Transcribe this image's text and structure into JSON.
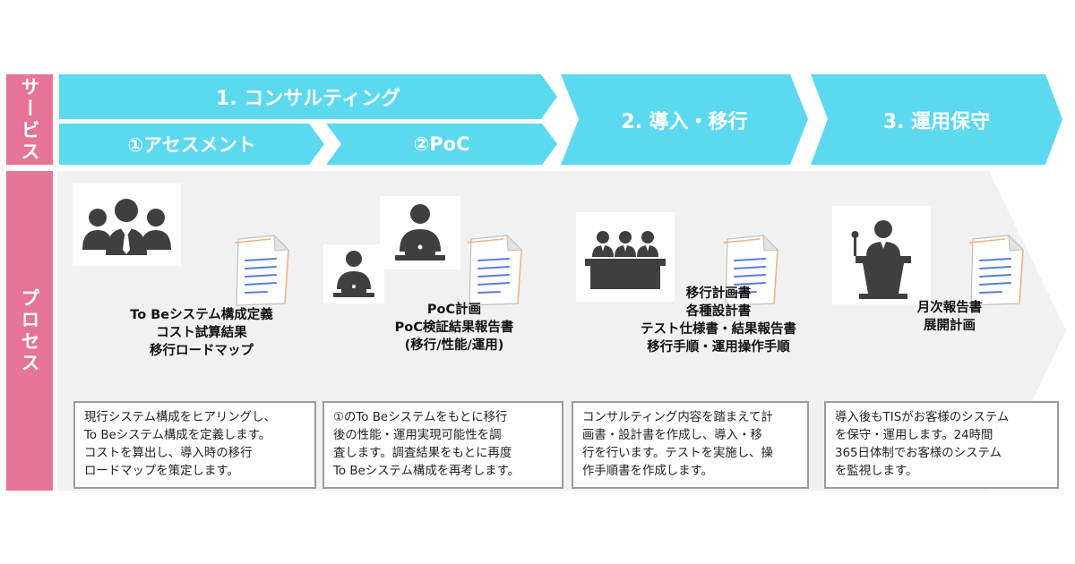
{
  "side_labels": {
    "service": "サービス",
    "process": "プロセス"
  },
  "phases": {
    "consulting": "1. コンサルティング",
    "assessment": "①アセスメント",
    "poc": "②PoC",
    "migration": "2. 導入・移行",
    "operation": "3. 運用保守"
  },
  "deliverables": {
    "assessment": [
      "To Beシステム構成定義",
      "コスト試算結果",
      "移行ロードマップ"
    ],
    "poc": [
      "PoC計画",
      "PoC検証結果報告書",
      "(移行/性能/運用)"
    ],
    "migration": [
      "移行計画書",
      "各種設計書",
      "テスト仕様書・結果報告書",
      "移行手順・運用操作手順"
    ],
    "operation": [
      "月次報告書",
      "展開計画"
    ]
  },
  "descriptions": {
    "assessment": [
      "現行システム構成をヒアリングし、",
      "To Beシステム構成を定義します。",
      "コストを算出し、導入時の移行",
      "ロードマップを策定します。"
    ],
    "poc": [
      "①のTo Beシステムをもとに移行",
      "後の性能・運用実現可能性を調",
      "査します。調査結果をもとに再度",
      "To Beシステム構成を再考します。"
    ],
    "migration": [
      "コンサルティング内容を踏まえて計",
      "画書・設計書を作成し、導入・移",
      "行を行います。テストを実施し、操",
      "作手順書を作成します。"
    ],
    "operation": [
      "導入後もTISがお客様のシステム",
      "を保守・運用します。24時間",
      "365日体制でお客様のシステム",
      "を監視します。"
    ]
  },
  "icons": {
    "assessment": "team-meeting-icon",
    "poc": "laptop-users-icon",
    "migration": "panel-meeting-icon",
    "operation": "speaker-podium-icon",
    "document": "document-icon"
  },
  "colors": {
    "accent_cyan": "#5cd9ef",
    "accent_pink": "#e47596",
    "backdrop": "#f1f1f1",
    "icon": "#3f3f3f"
  }
}
